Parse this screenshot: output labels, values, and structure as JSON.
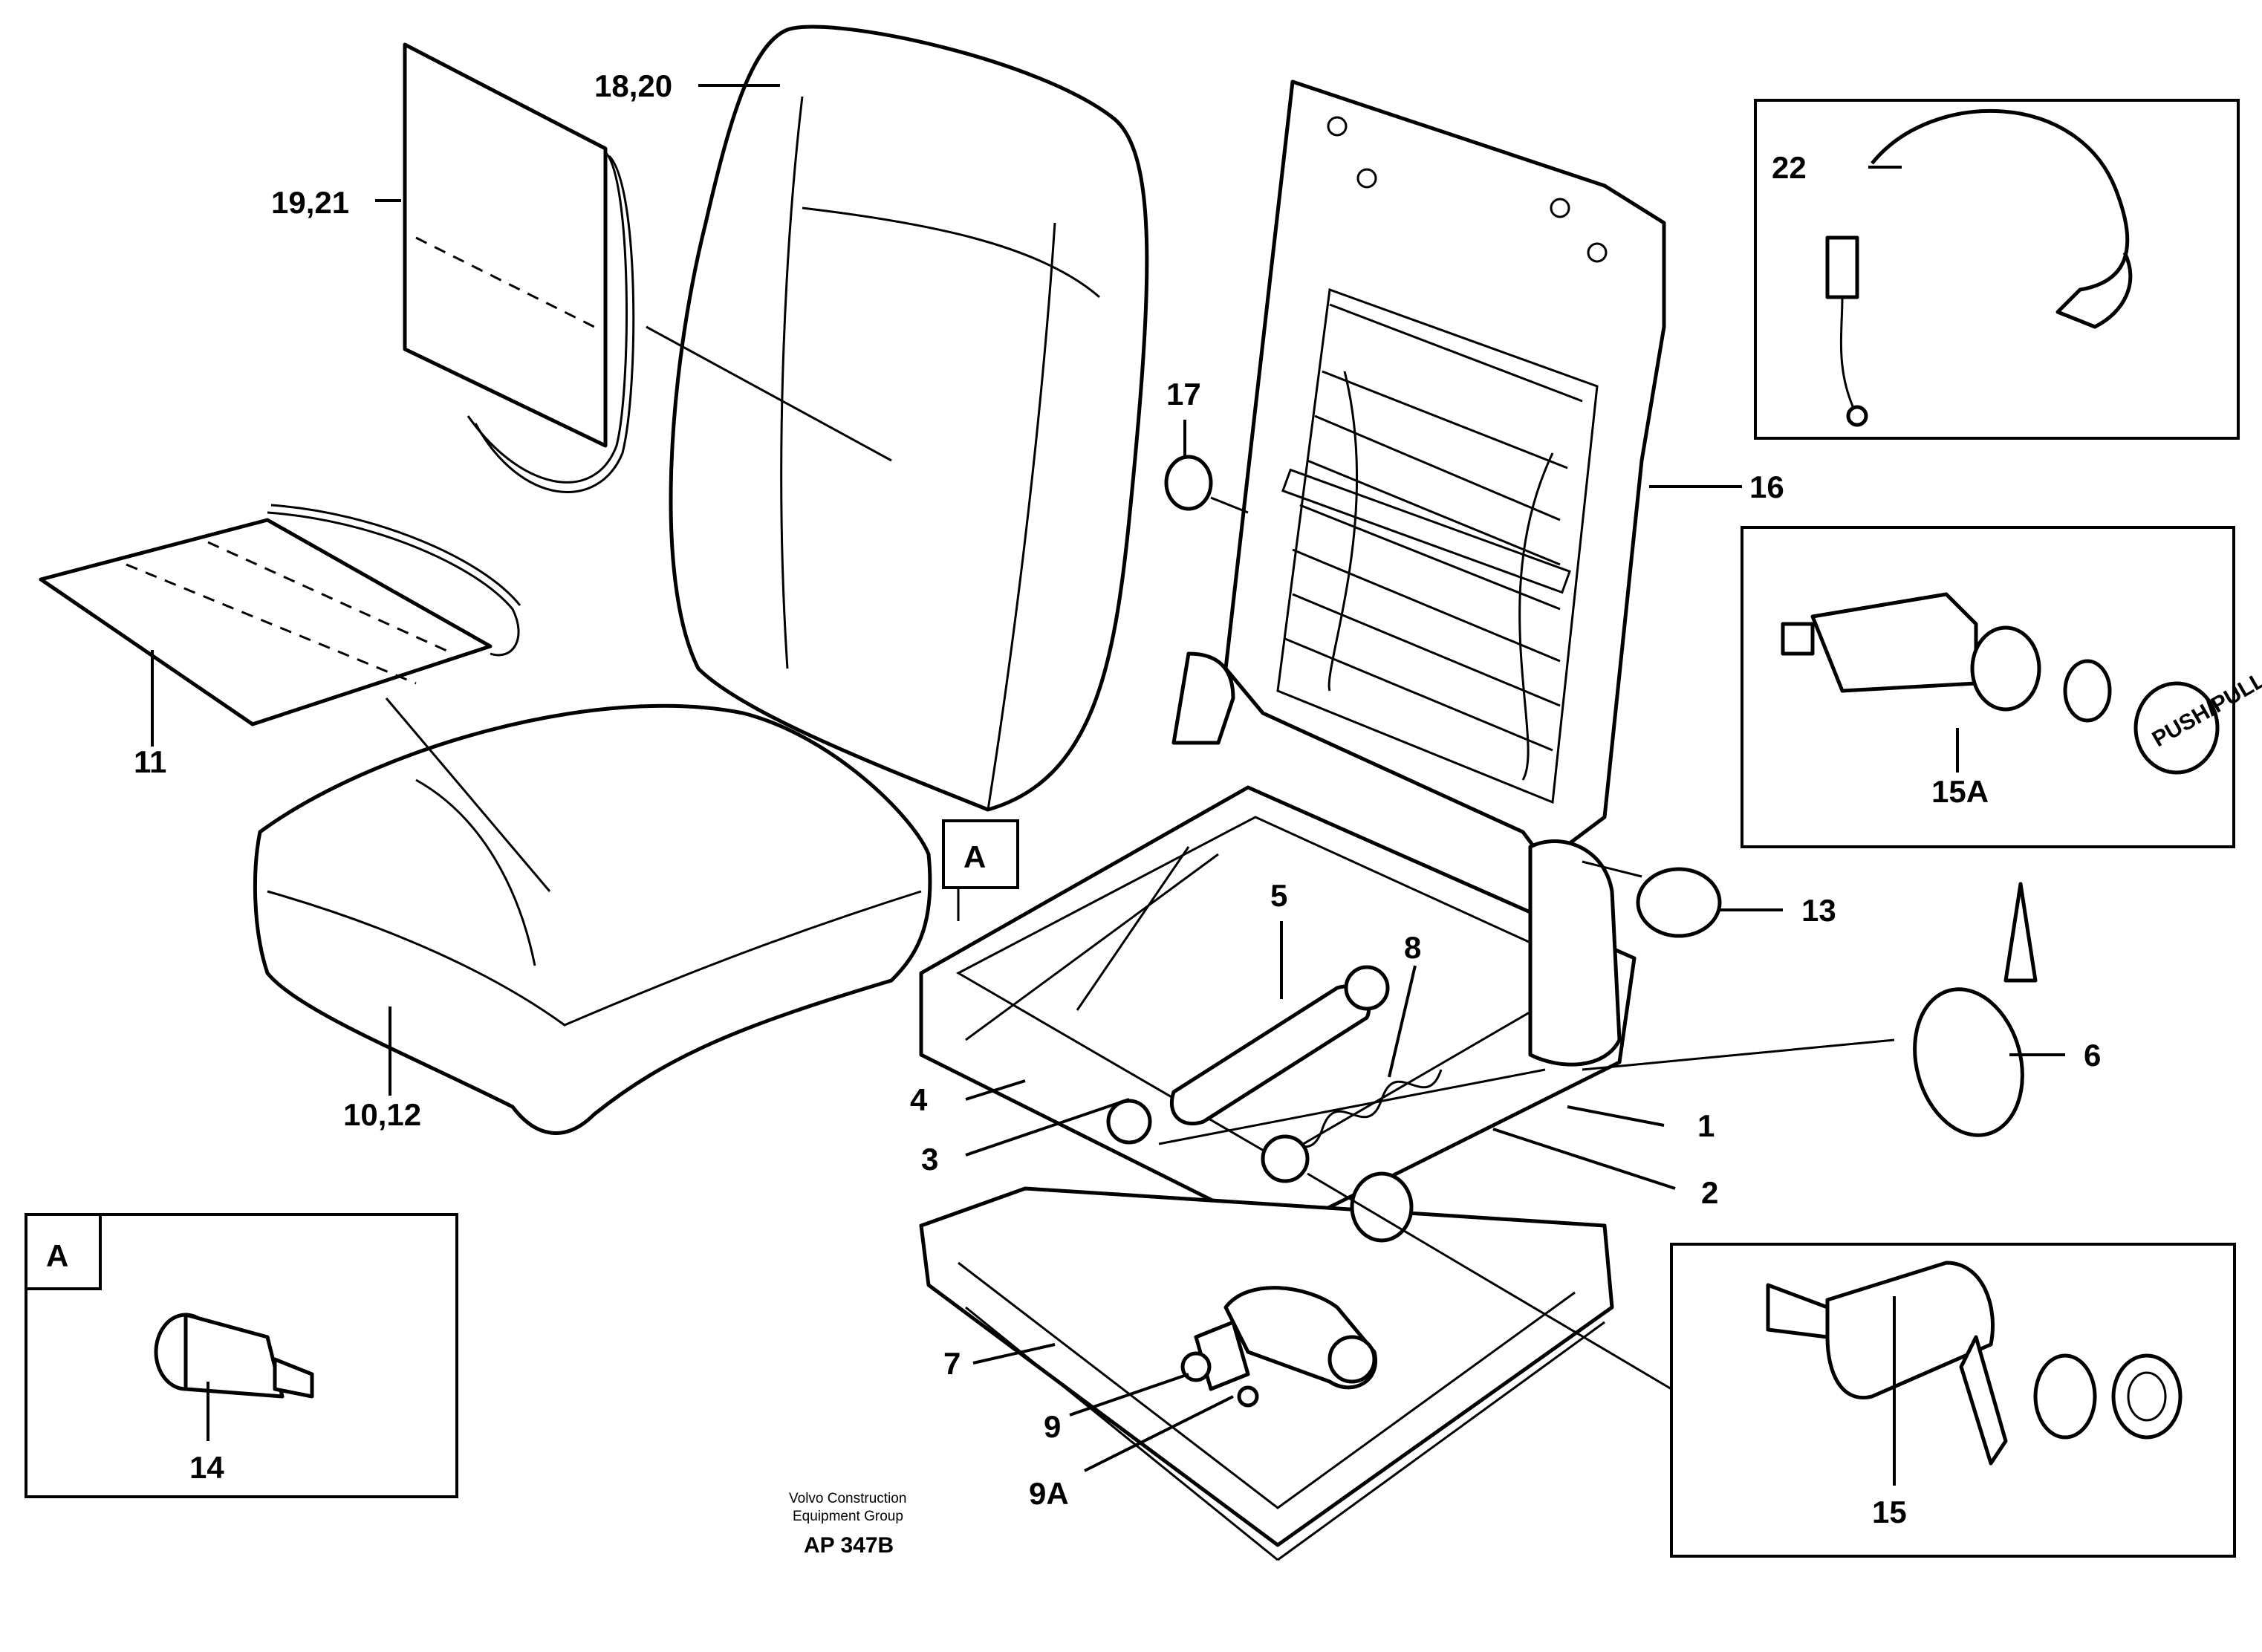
{
  "labels": {
    "l1": "1",
    "l2": "2",
    "l3": "3",
    "l4": "4",
    "l5": "5",
    "l6": "6",
    "l7": "7",
    "l8": "8",
    "l9": "9",
    "l9A": "9A",
    "l10_12": "10,12",
    "l11": "11",
    "l13": "13",
    "l14": "14",
    "l15": "15",
    "l15A": "15A",
    "l16": "16",
    "l17": "17",
    "l18_20": "18,20",
    "l19_21": "19,21",
    "l22": "22",
    "view_a": "A",
    "view_a_inset": "A"
  },
  "knob_text": "PUSH/PULL",
  "footer": {
    "line1": "Volvo Construction",
    "line2": "Equipment Group",
    "code": "AP 347B"
  }
}
